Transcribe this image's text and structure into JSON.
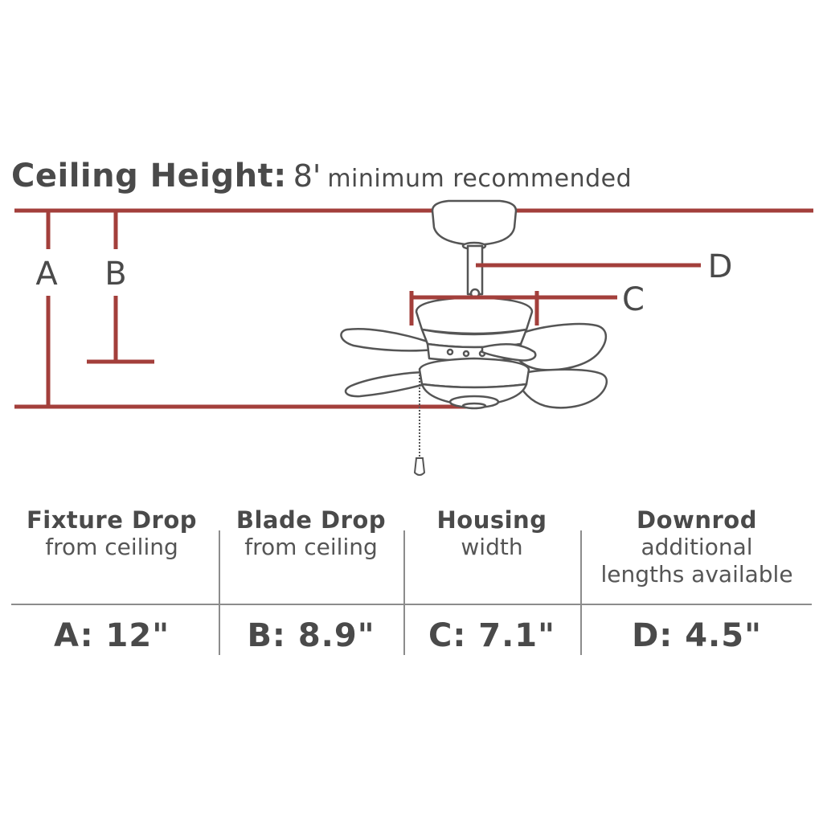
{
  "header": {
    "label": "Ceiling Height:",
    "value": "8'",
    "note": "minimum recommended"
  },
  "colors": {
    "dimension_line": "#a33f3b",
    "text": "#4a4a4a",
    "divider": "#8c8c8c",
    "fan_outline": "#555555"
  },
  "markers": {
    "a": "A",
    "b": "B",
    "c": "C",
    "d": "D"
  },
  "specs": [
    {
      "label": "Fixture Drop",
      "description": "from ceiling",
      "value": "A: 12\""
    },
    {
      "label": "Blade Drop",
      "description": "from ceiling",
      "value": "B: 8.9\""
    },
    {
      "label": "Housing",
      "description": "width",
      "value": "C: 7.1\""
    },
    {
      "label": "Downrod",
      "description": "additional lengths available",
      "value": "D: 4.5\""
    }
  ],
  "icons": [
    "ceiling-fan-illustration",
    "pull-chain-icon"
  ]
}
